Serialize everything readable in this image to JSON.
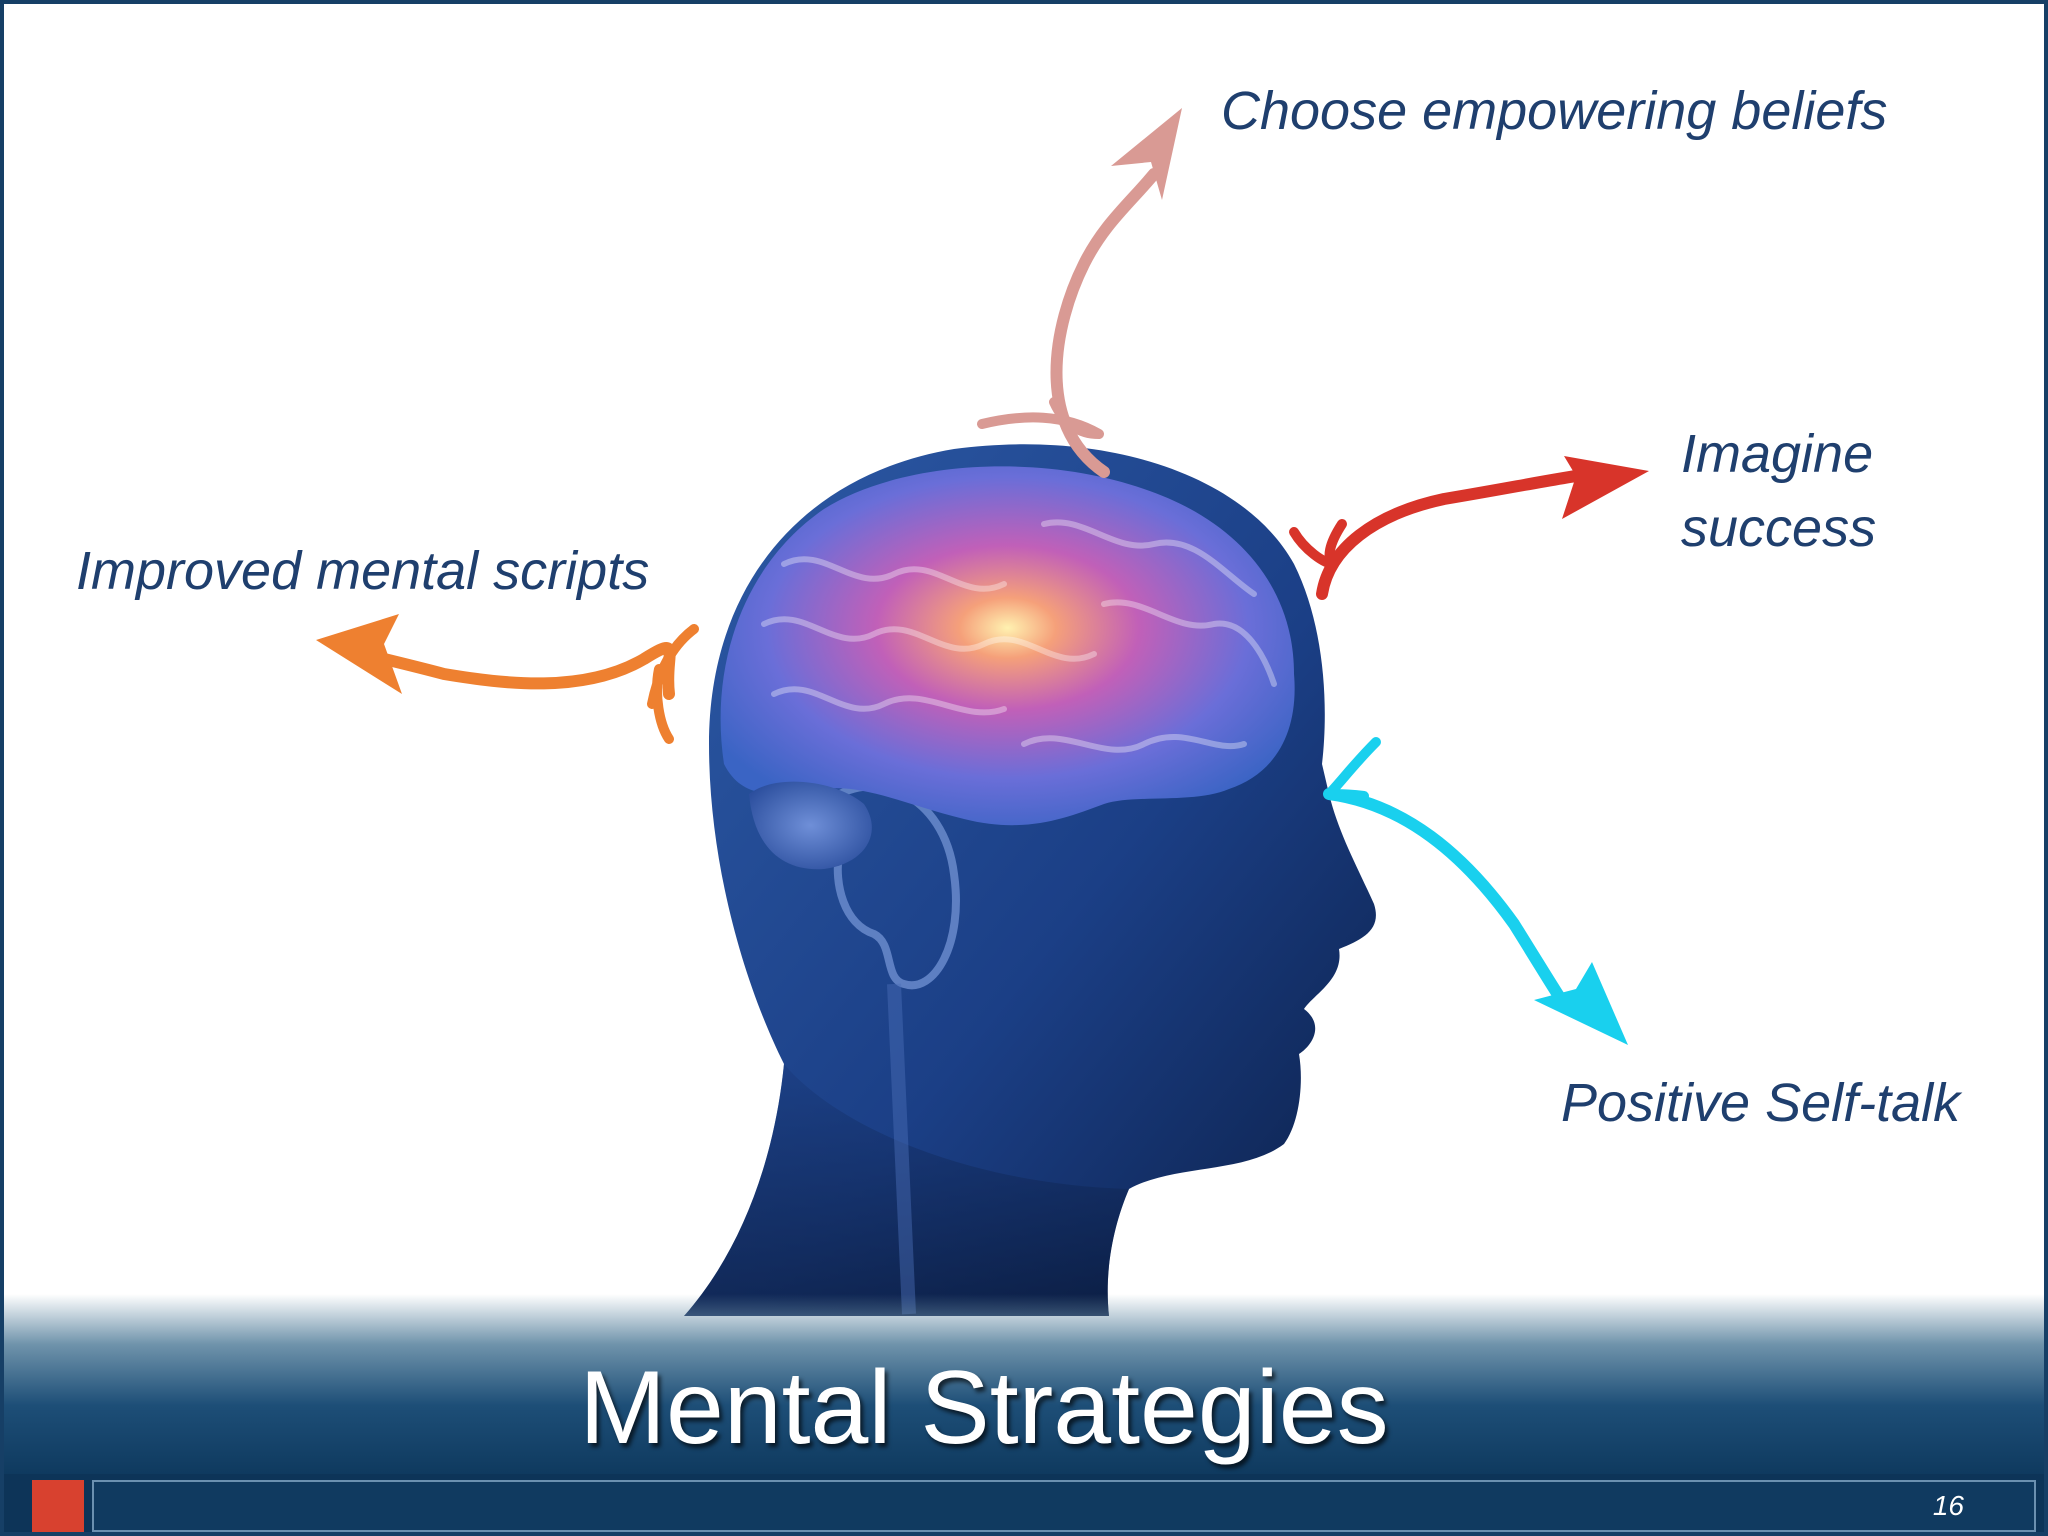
{
  "slide": {
    "title": "Mental Strategies",
    "page_number": "16"
  },
  "labels": {
    "choose_beliefs": "Choose empowering beliefs",
    "imagine_success": "Imagine success",
    "improved_scripts": "Improved mental scripts",
    "positive_self_talk": "Positive Self-talk"
  },
  "colors": {
    "label_text": "#1f3f6e",
    "arrow_beliefs": "#d99a94",
    "arrow_imagine": "#d8342a",
    "arrow_scripts": "#ee8030",
    "arrow_self_talk": "#19d0ee",
    "footer_accent": "#d8412f",
    "footer_bg": "#0d3458"
  }
}
